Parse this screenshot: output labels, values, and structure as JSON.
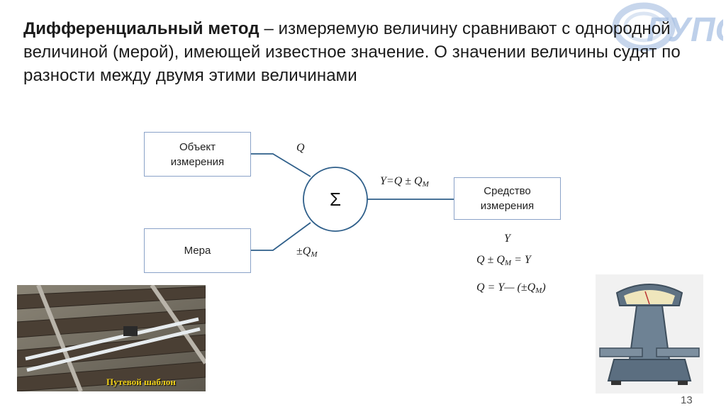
{
  "heading": {
    "term": "Дифференциальный метод",
    "definition": " – измеряемую величину сравнивают с однородной величиной (мерой), имеющей известное значение. О значении величины судят по разности между двумя этими величинами"
  },
  "diagram": {
    "object_box": {
      "line1": "Объект",
      "line2": "измерения"
    },
    "measure_box": "Мера",
    "instrument_box": {
      "line1": "Средство",
      "line2": "измерения"
    },
    "summator_symbol": "Σ",
    "input_q": "Q",
    "input_qm": {
      "prefix": "±",
      "base": "Q",
      "sub": "M"
    },
    "output": {
      "y": "Y",
      "eq": "=Q ± Q",
      "sub": "M"
    }
  },
  "formulas": {
    "f1": "Y",
    "f2": {
      "a": "Q ± Q",
      "sub": "M",
      "b": " = Y"
    },
    "f3": {
      "a": "Q = Y— (±Q",
      "sub": "M",
      "b": ")"
    }
  },
  "photo_caption": "Путевой шаблон",
  "page_number": "13",
  "colors": {
    "box_border": "#8aa2c8",
    "line": "#2f5f8a",
    "logo": "#9eb8dc",
    "caption": "#f2d21a"
  }
}
